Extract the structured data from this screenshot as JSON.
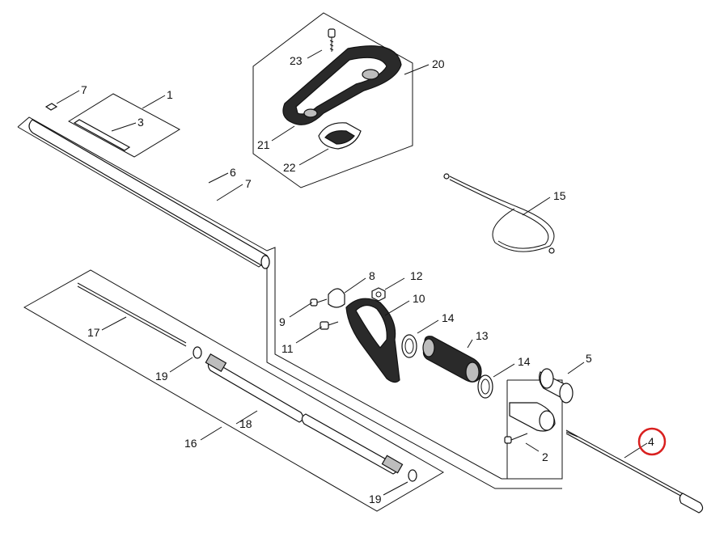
{
  "callouts": {
    "c1": "1",
    "c2": "2",
    "c3": "3",
    "c4": "4",
    "c5": "5",
    "c6": "6",
    "c7a": "7",
    "c7b": "7",
    "c8": "8",
    "c9": "9",
    "c10": "10",
    "c11": "11",
    "c12": "12",
    "c13": "13",
    "c14a": "14",
    "c14b": "14",
    "c15": "15",
    "c16": "16",
    "c17": "17",
    "c18": "18",
    "c19a": "19",
    "c19b": "19",
    "c20": "20",
    "c21": "21",
    "c22": "22",
    "c23": "23"
  },
  "highlight": {
    "callout": "4",
    "color": "#d9201f"
  },
  "colors": {
    "line": "#111111",
    "background": "#ffffff"
  }
}
